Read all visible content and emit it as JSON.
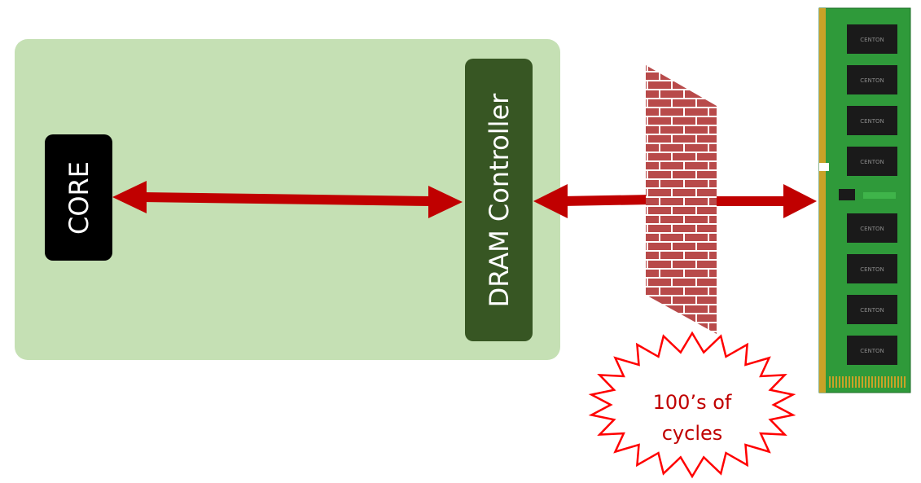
{
  "core": {
    "label": "CORE"
  },
  "controller": {
    "label": "DRAM Controller"
  },
  "latency": {
    "line1": "100’s of",
    "line2": "cycles"
  },
  "colors": {
    "panel": "#c5e0b4",
    "core": "#000000",
    "controller": "#375623",
    "arrow": "#c00000",
    "brick": "#b84a4a",
    "mortar": "#ffffff",
    "burst": "#ff0000",
    "pcb": "#2f9a3a",
    "dram_chip": "#1a1a1a",
    "gold": "#c9a227"
  },
  "icons": {
    "firewall": "brick-wall-icon",
    "memory": "ram-module-icon",
    "burst": "starburst-icon"
  },
  "ram": {
    "chip_brand": "CENTON"
  }
}
